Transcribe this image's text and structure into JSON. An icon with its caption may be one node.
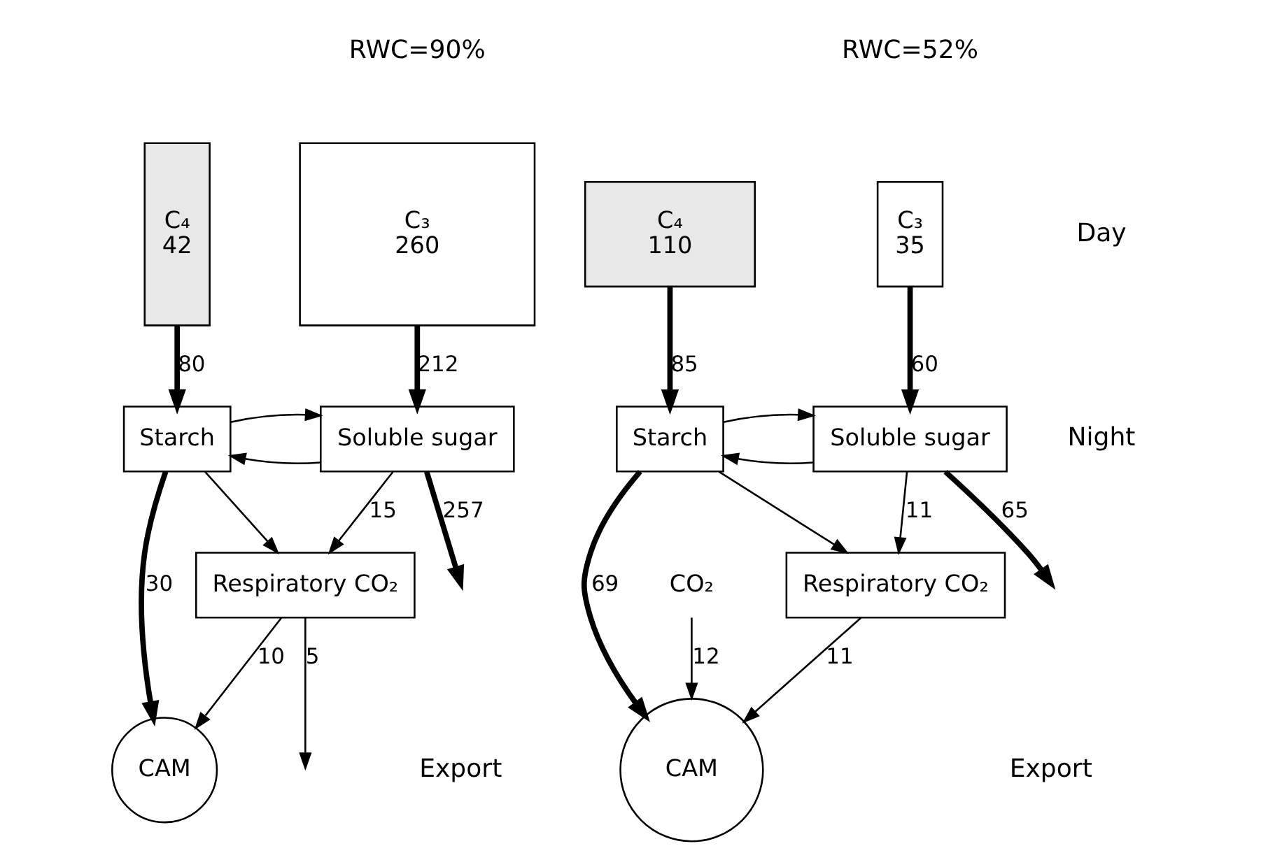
{
  "diagram": {
    "nodes": [
      {
        "text": [
          "C₃",
          "260"
        ]
      },
      {
        "text": [
          "C₄",
          "42"
        ]
      },
      {
        "text": [
          "Soluble sugar"
        ]
      },
      {
        "text": [
          "Starch"
        ]
      },
      {
        "text": [
          "Respiratory CO₂"
        ]
      },
      {
        "text": [
          "CAM"
        ]
      },
      {
        "text": [
          "C₃",
          "35"
        ]
      },
      {
        "text": [
          "C₄",
          "110"
        ]
      },
      {
        "text": [
          "Soluble sugar"
        ]
      },
      {
        "text": [
          "Starch"
        ]
      },
      {
        "text": [
          "Respiratory CO₂"
        ]
      },
      {
        "text": [
          "CAM"
        ]
      },
      {
        "text": [
          "CO₂"
        ]
      }
    ],
    "edges": [
      {
        "from": 0,
        "to": 2,
        "arrow": "to",
        "label": "212",
        "style": "thick"
      },
      {
        "from": 1,
        "to": 3,
        "arrow": "to",
        "label": "80",
        "style": "thick"
      },
      {
        "from": 2,
        "to": 3,
        "arrow": "to"
      },
      {
        "from": 3,
        "to": 2,
        "arrow": "to"
      },
      {
        "from": 2,
        "to": null,
        "arrow": "to",
        "label": "257",
        "style": "thick"
      },
      {
        "from": 2,
        "to": 4,
        "arrow": "to",
        "label": "15"
      },
      {
        "from": 3,
        "to": 4,
        "arrow": "to"
      },
      {
        "from": 4,
        "to": null,
        "arrow": "to",
        "label": "5"
      },
      {
        "from": 4,
        "to": 5,
        "arrow": "to",
        "label": "10"
      },
      {
        "from": 3,
        "to": 5,
        "arrow": "to",
        "label": "30",
        "style": "thick"
      },
      {
        "from": 6,
        "to": 8,
        "arrow": "to",
        "label": "60",
        "style": "thick"
      },
      {
        "from": 7,
        "to": 9,
        "arrow": "to",
        "label": "85",
        "style": "thick"
      },
      {
        "from": 8,
        "to": 9,
        "arrow": "to"
      },
      {
        "from": 9,
        "to": 8,
        "arrow": "to"
      },
      {
        "from": 8,
        "to": null,
        "arrow": "to",
        "label": "65",
        "style": "thick"
      },
      {
        "from": 8,
        "to": 10,
        "arrow": "to",
        "label": "11"
      },
      {
        "from": 9,
        "to": 10,
        "arrow": "to"
      },
      {
        "from": 10,
        "to": 11,
        "arrow": "to",
        "label": "11"
      },
      {
        "from": 12,
        "to": 11,
        "arrow": "to",
        "label": "12"
      },
      {
        "from": 9,
        "to": 11,
        "arrow": "to",
        "label": "69",
        "style": "thick"
      }
    ],
    "labels": [
      "RWC=90%",
      "RWC=52%",
      "Day",
      "Night",
      "Export",
      "Export"
    ]
  }
}
